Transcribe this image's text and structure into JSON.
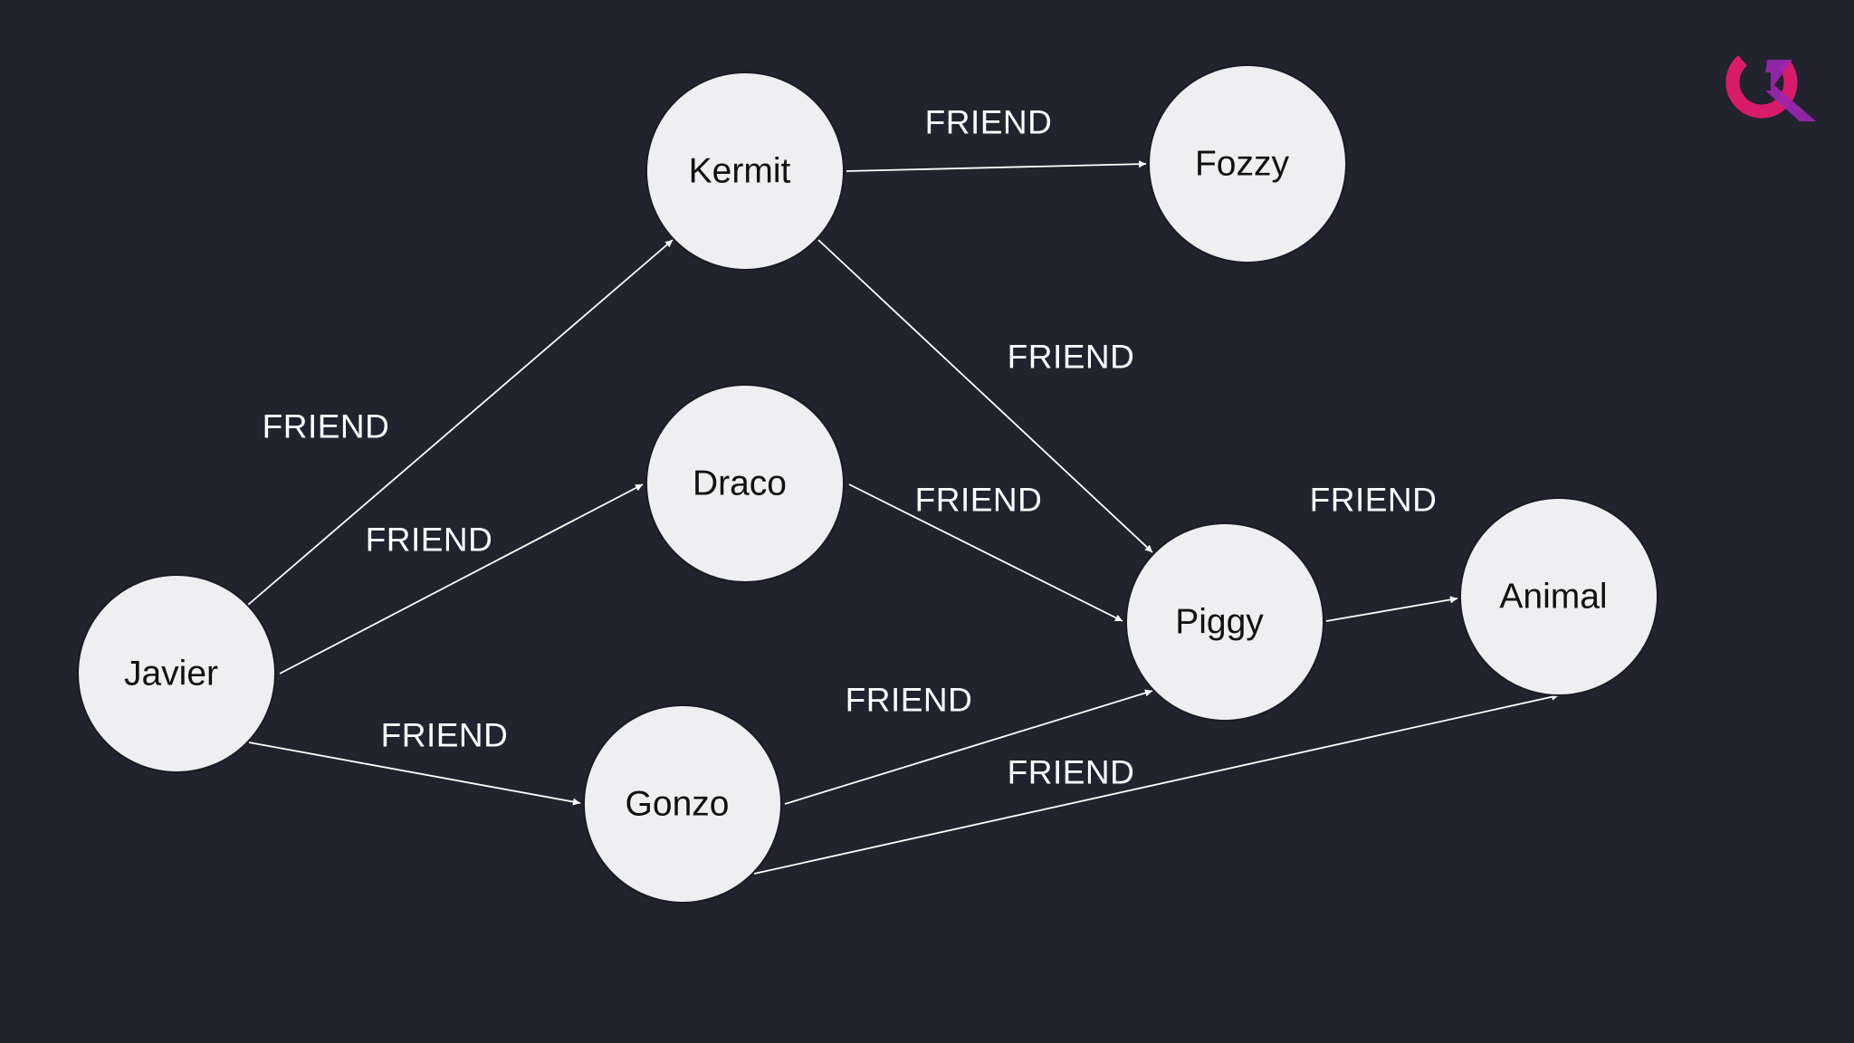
{
  "colors": {
    "background": "#21232e",
    "node_fill": "#efeff1",
    "edge": "#ffffff",
    "label": "#ffffff",
    "logo_primary": "#d81b6a",
    "logo_secondary": "#9c27b0"
  },
  "logo": {
    "icon": "brand-logo-icon"
  },
  "nodes": [
    {
      "id": "kermit",
      "label": "Kermit"
    },
    {
      "id": "fozzy",
      "label": "Fozzy"
    },
    {
      "id": "draco",
      "label": "Draco"
    },
    {
      "id": "javier",
      "label": "Javier"
    },
    {
      "id": "piggy",
      "label": "Piggy"
    },
    {
      "id": "animal",
      "label": "Animal"
    },
    {
      "id": "gonzo",
      "label": "Gonzo"
    }
  ],
  "edges": [
    {
      "from": "kermit",
      "to": "fozzy",
      "label": "FRIEND"
    },
    {
      "from": "kermit",
      "to": "piggy",
      "label": "FRIEND"
    },
    {
      "from": "javier",
      "to": "kermit",
      "label": "FRIEND"
    },
    {
      "from": "javier",
      "to": "draco",
      "label": "FRIEND"
    },
    {
      "from": "draco",
      "to": "piggy",
      "label": "FRIEND"
    },
    {
      "from": "piggy",
      "to": "animal",
      "label": "FRIEND"
    },
    {
      "from": "javier",
      "to": "gonzo",
      "label": "FRIEND"
    },
    {
      "from": "gonzo",
      "to": "piggy",
      "label": "FRIEND"
    },
    {
      "from": "gonzo",
      "to": "animal",
      "label": "FRIEND"
    }
  ]
}
